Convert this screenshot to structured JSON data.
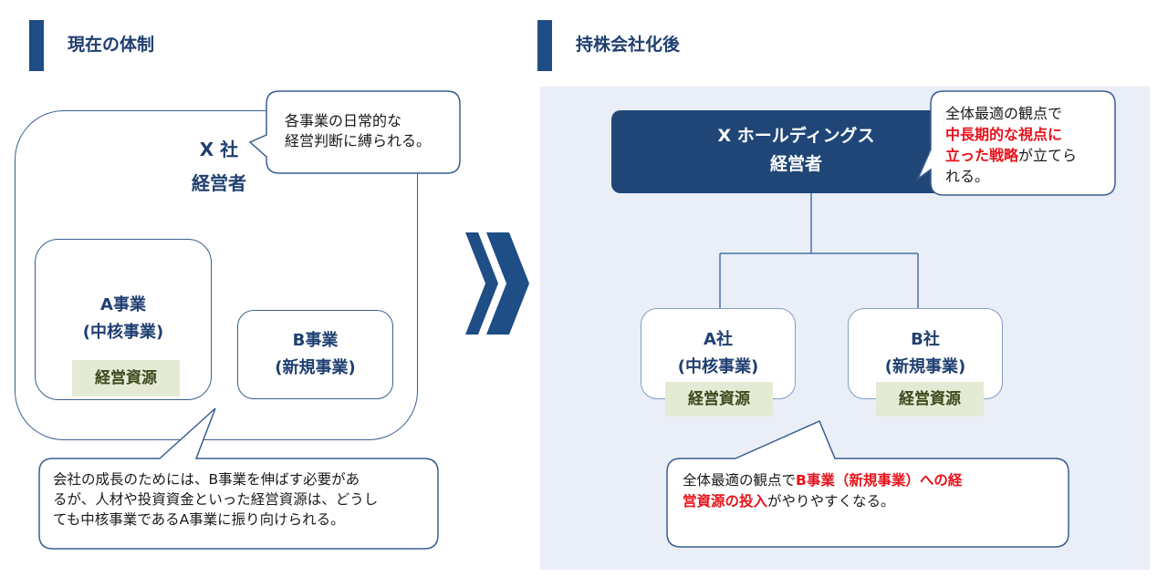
{
  "left": {
    "section_title": "現在の体制",
    "company_title": "X 社",
    "company_subtitle": "経営者",
    "bubble_top": [
      "各事業の日常的な",
      "経営判断に縛られる。"
    ],
    "business_a": [
      "A事業",
      "(中核事業)"
    ],
    "business_a_resource": "経営資源",
    "business_b": [
      "B事業",
      "(新規事業)"
    ],
    "bubble_bottom": [
      "会社の成長のためには、B事業を伸ばす必要があ",
      "るが、人材や投資資金といった経営資源は、どうし",
      "ても中核事業であるA事業に振り向けられる。"
    ]
  },
  "right": {
    "section_title": "持株会社化後",
    "holdings_title": "X ホールディングス",
    "holdings_subtitle": "経営者",
    "bubble_top": {
      "line1": "全体最適の観点で",
      "line2_red": "中長期的な視点に",
      "line3_red": "立った戦略",
      "line3_rest": "が立てら",
      "line4": "れる。"
    },
    "company_a": [
      "A社",
      "(中核事業)"
    ],
    "company_a_resource": "経営資源",
    "company_b": [
      "B社",
      "(新規事業)"
    ],
    "company_b_resource": "経営資源",
    "bubble_bottom": {
      "line1_prefix": "全体最適の観点で",
      "line1_red": "B事業（新規事業）への経",
      "line2_red": "営資源の投入",
      "line2_rest": "がやりやすくなる。"
    }
  },
  "colors": {
    "navy": "#1f3f70",
    "holdings_box": "#1f4677",
    "accent_red": "#e8121b",
    "resource_bg": "#e5ead5",
    "panel_bg": "#e9eef7"
  }
}
